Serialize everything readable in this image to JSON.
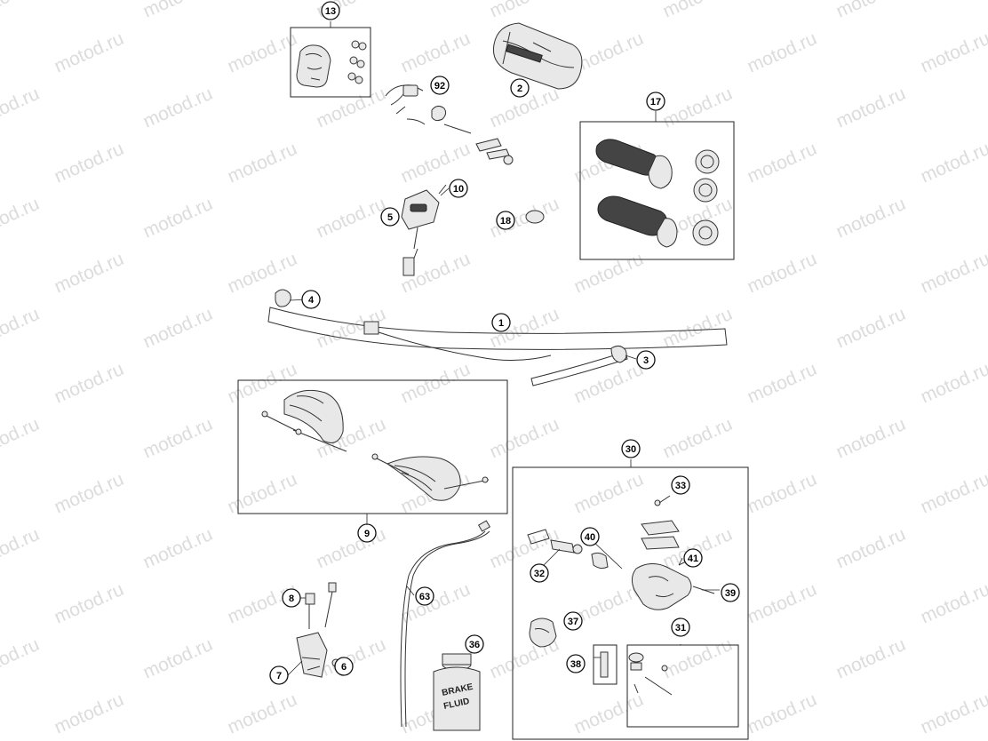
{
  "watermark": "motod.ru",
  "callouts": [
    {
      "id": "13",
      "label": "13"
    },
    {
      "id": "92",
      "label": "92"
    },
    {
      "id": "2",
      "label": "2"
    },
    {
      "id": "17",
      "label": "17"
    },
    {
      "id": "10",
      "label": "10"
    },
    {
      "id": "5",
      "label": "5"
    },
    {
      "id": "18",
      "label": "18"
    },
    {
      "id": "4",
      "label": "4"
    },
    {
      "id": "1",
      "label": "1"
    },
    {
      "id": "3",
      "label": "3"
    },
    {
      "id": "30",
      "label": "30"
    },
    {
      "id": "33",
      "label": "33"
    },
    {
      "id": "9",
      "label": "9"
    },
    {
      "id": "40",
      "label": "40"
    },
    {
      "id": "41",
      "label": "41"
    },
    {
      "id": "32",
      "label": "32"
    },
    {
      "id": "39",
      "label": "39"
    },
    {
      "id": "63",
      "label": "63"
    },
    {
      "id": "8",
      "label": "8"
    },
    {
      "id": "37",
      "label": "37"
    },
    {
      "id": "36",
      "label": "36"
    },
    {
      "id": "31",
      "label": "31"
    },
    {
      "id": "38",
      "label": "38"
    },
    {
      "id": "7",
      "label": "7"
    },
    {
      "id": "6",
      "label": "6"
    }
  ],
  "bottle": {
    "line1": "BRAKE",
    "line2": "FLUID"
  }
}
